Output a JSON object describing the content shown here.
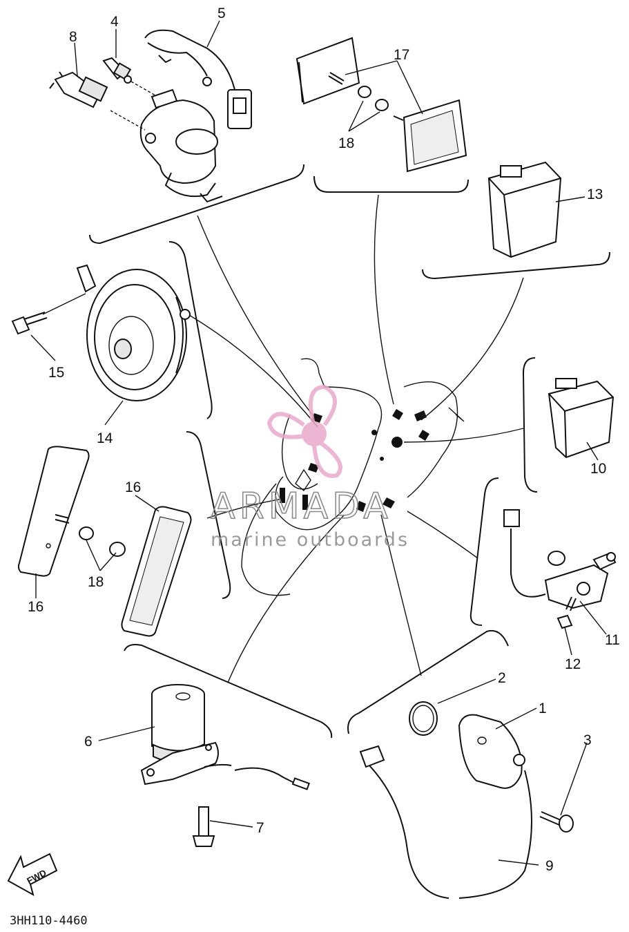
{
  "callouts": [
    {
      "id": "c1",
      "text": "1"
    },
    {
      "id": "c2",
      "text": "2"
    },
    {
      "id": "c3",
      "text": "3"
    },
    {
      "id": "c4",
      "text": "4"
    },
    {
      "id": "c5",
      "text": "5"
    },
    {
      "id": "c6",
      "text": "6"
    },
    {
      "id": "c7",
      "text": "7"
    },
    {
      "id": "c8",
      "text": "8"
    },
    {
      "id": "c9",
      "text": "9"
    },
    {
      "id": "c10",
      "text": "10"
    },
    {
      "id": "c11",
      "text": "11"
    },
    {
      "id": "c12",
      "text": "12"
    },
    {
      "id": "c13",
      "text": "13"
    },
    {
      "id": "c14",
      "text": "14"
    },
    {
      "id": "c15",
      "text": "15"
    },
    {
      "id": "c16a",
      "text": "16"
    },
    {
      "id": "c16b",
      "text": "16"
    },
    {
      "id": "c17",
      "text": "17"
    },
    {
      "id": "c18a",
      "text": "18"
    },
    {
      "id": "c18b",
      "text": "18"
    }
  ],
  "fwd_label": "FWD",
  "drawing_code": "3HH110-4460",
  "watermark": {
    "title": "ARMADA",
    "subtitle": "marine outboards",
    "color": "#e9a9c9"
  }
}
